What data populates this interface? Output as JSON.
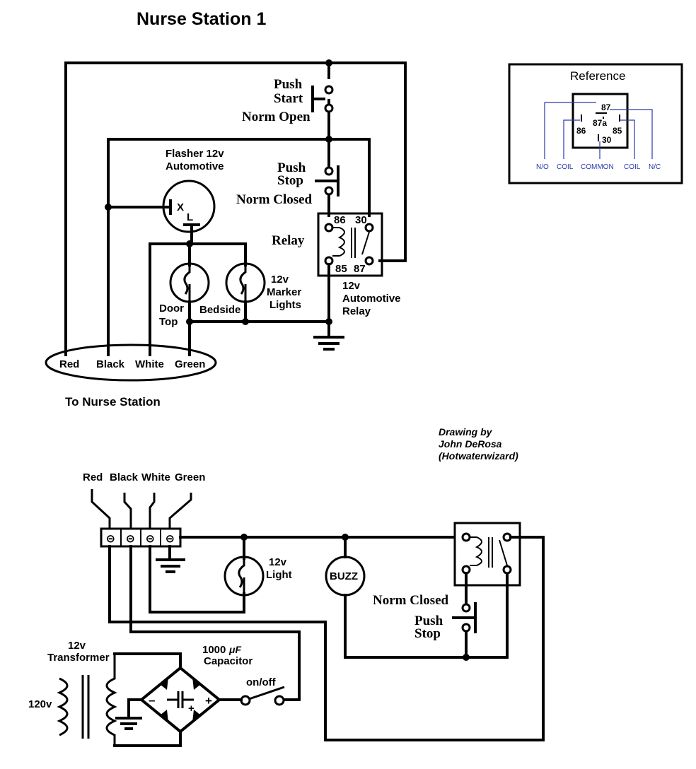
{
  "title": "Nurse Station 1",
  "reference": {
    "title": "Reference",
    "pins": {
      "p87": "87",
      "p87a": "87a",
      "p86": "86",
      "p85": "85",
      "p30": "30"
    },
    "labels": {
      "no": "N/O",
      "coil1": "COIL",
      "common": "COMMON",
      "coil2": "COIL",
      "nc": "N/C"
    }
  },
  "top": {
    "push_start": {
      "line1": "Push",
      "line2": "Start",
      "line3": "Norm Open"
    },
    "push_stop": {
      "line1": "Push",
      "line2": "Stop",
      "line3": "Norm Closed"
    },
    "flasher": {
      "line1": "Flasher 12v",
      "line2": "Automotive",
      "pin_x": "X",
      "pin_l": "L"
    },
    "relay": {
      "label": "Relay",
      "pin86": "86",
      "pin30": "30",
      "pin85": "85",
      "pin87": "87",
      "desc1": "12v",
      "desc2": "Automotive",
      "desc3": "Relay"
    },
    "lamps": {
      "door_line1": "Door",
      "door_line2": "Top",
      "bedside": "Bedside",
      "marker1": "12v",
      "marker2": "Marker",
      "marker3": "Lights"
    },
    "cable": {
      "red": "Red",
      "black": "Black",
      "white": "White",
      "green": "Green"
    },
    "to_station": "To Nurse Station"
  },
  "credit": {
    "line1": "Drawing by",
    "line2": "John DeRosa",
    "line3": "(Hotwaterwizard)"
  },
  "bottom": {
    "wires": {
      "red": "Red",
      "black": "Black",
      "white": "White",
      "green": "Green"
    },
    "light": {
      "line1": "12v",
      "line2": "Light"
    },
    "buzz": "BUZZ",
    "push_stop": {
      "line1": "Norm Closed",
      "line2": "Push",
      "line3": "Stop"
    },
    "transformer": {
      "line1": "12v",
      "line2": "Transformer",
      "primary": "120v"
    },
    "capacitor": {
      "line1": "1000",
      "unit": "μF",
      "line2": "Capacitor"
    },
    "switch": "on/off",
    "bridge": {
      "minus": "–",
      "plus": "+",
      "cap_plus": "+"
    },
    "terminal_symbol": "⊝"
  }
}
